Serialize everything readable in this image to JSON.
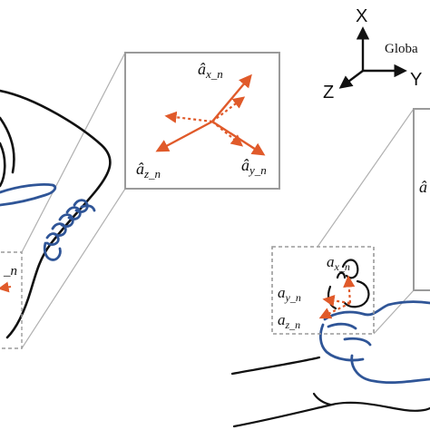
{
  "global_frame": {
    "axis_x": "X",
    "axis_y": "Y",
    "axis_z": "Z",
    "label": "Globa"
  },
  "inset_top": {
    "ax": "â",
    "ax_sub": "x_n",
    "az": "â",
    "az_sub": "z_n",
    "ay": "â",
    "ay_sub": "y_n"
  },
  "inset_right_partial": {
    "glyph": "â"
  },
  "left_box": {
    "label": "_n"
  },
  "right_box": {
    "ax": "a",
    "ax_sub": "x_n",
    "ay": "a",
    "ay_sub": "y_n",
    "az": "a",
    "az_sub": "z_n"
  },
  "colors": {
    "arrow": "#e05a2a",
    "outline": "#111111",
    "hand": "#2f5597",
    "box": "#9a9a9a",
    "connector": "#b0b0b0",
    "global_arrow": "#111111"
  }
}
